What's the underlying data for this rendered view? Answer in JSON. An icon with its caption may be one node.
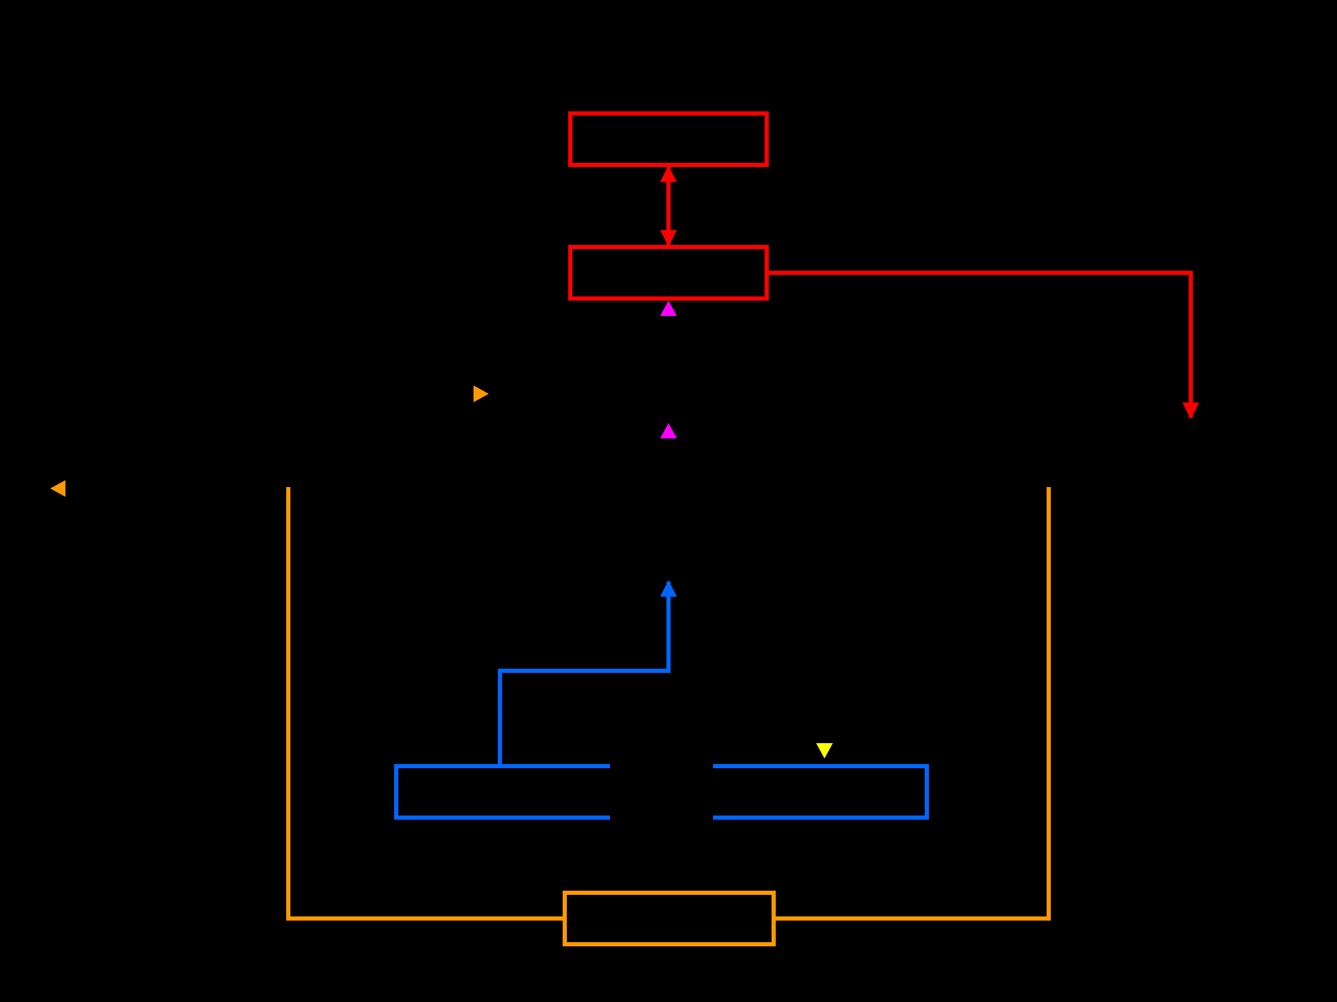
{
  "diagram": {
    "nodes": [
      {
        "text": [],
        "shape": "box"
      },
      {
        "text": [],
        "shape": "box"
      },
      {
        "text": [],
        "shape": "bracket"
      },
      {
        "text": [],
        "shape": "bracket"
      },
      {
        "text": [],
        "shape": "box"
      }
    ],
    "edges": [
      {
        "from": 0,
        "to": 1,
        "arrow": "both",
        "color": "#ff0000"
      },
      {
        "from": 1,
        "to": null,
        "arrow": "to",
        "color": "#ff0000"
      },
      {
        "from": 2,
        "to": null,
        "arrow": "to",
        "color": "#0066ff"
      },
      {
        "from": 4,
        "to": null,
        "arrow": "none",
        "color": "#ff9900"
      },
      {
        "from": 4,
        "to": null,
        "arrow": "none",
        "color": "#ff9900"
      }
    ]
  }
}
